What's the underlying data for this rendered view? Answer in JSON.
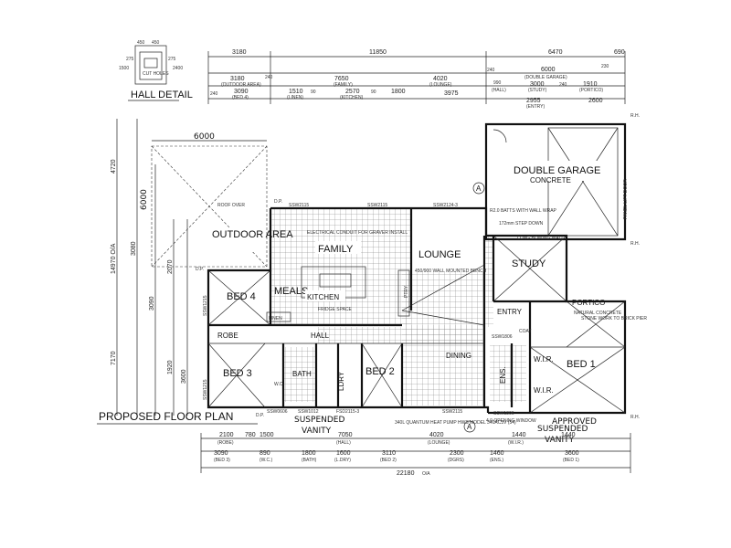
{
  "title": "PROPOSED FLOOR PLAN",
  "hall_detail": {
    "label": "HALL DETAIL",
    "dims": [
      "450",
      "450",
      "275",
      "275",
      "1500",
      "2400"
    ],
    "cut_note": "CUT HOLES"
  },
  "stamp": "APPROVED",
  "rooms": {
    "double_garage": "DOUBLE GARAGE",
    "garage_note": "CONCRETE",
    "lounge": "LOUNGE",
    "family": "FAMILY",
    "meals": "MEALS",
    "kitchen": "KITCHEN",
    "study": "STUDY",
    "portico": "PORTICO",
    "portico_note": "NATURAL CONCRETE",
    "entry": "ENTRY",
    "outdoor_area": "OUTDOOR AREA",
    "bed1": "BED 1",
    "bed2": "BED 2",
    "bed3": "BED 3",
    "bed4": "BED 4",
    "dining": "DINING",
    "hall": "HALL",
    "linen": "LINEN",
    "robe": "ROBE",
    "bath": "BATH",
    "ldry": "LDRY",
    "wc": "W.C.",
    "ens": "ENS.",
    "wir1": "W.I.R.",
    "wir2": "W.I.R.",
    "ptry": "PTRY",
    "coat": "COAT"
  },
  "handwritten": {
    "suspended_vanity_1": "SUSPENDED VANITY",
    "suspended_vanity_2": "SUSPENDED VANITY",
    "outdoor_dim": "6000",
    "outdoor_side": "6000"
  },
  "top_dims": {
    "row1": [
      "3180",
      "11850",
      "6470",
      "690"
    ],
    "row2_labels": [
      "3180",
      "(OUTDOOR AREA)",
      "240",
      "7650",
      "(FAMILY)",
      "4020",
      "(LOUNGE)",
      "240",
      "6000",
      "(DOUBLE GARAGE)",
      "230"
    ],
    "row3": [
      "240",
      "3090",
      "(BED 4)",
      "1510",
      "(LINEN)",
      "90",
      "2570",
      "(KITCHEN)",
      "90",
      "1800",
      "3975",
      "990",
      "(HALL)",
      "3000",
      "(STUDY)",
      "240",
      "1910",
      "(PORTICO)"
    ],
    "row4": [
      "2955",
      "(ENTRY)",
      "2600"
    ]
  },
  "bottom_dims": {
    "row1": [
      "2100",
      "(ROBE)",
      "780",
      "1500",
      "7050",
      "(HALL)",
      "4020",
      "(LOUNGE)",
      "1440",
      "(W.I.R.)",
      "1440"
    ],
    "row2": [
      "3090",
      "(BED 3)",
      "890",
      "(W.C.)",
      "1800",
      "(BATH)",
      "1600",
      "(L.DRY)",
      "3110",
      "(BED 2)",
      "2300",
      "(DGRS)",
      "1460",
      "(ENS.)",
      "3600",
      "(BED 1)"
    ],
    "row3": [
      "22180",
      "O/A"
    ]
  },
  "left_dims": [
    "4720",
    "14970 O/A",
    "7170",
    "3080",
    "3090",
    "2070",
    "1920",
    "3600"
  ],
  "notes": {
    "electrical": "ELECTRICAL CONDUIT FOR GRAVER INSTALL",
    "fridge": "FRIDGE SPACE",
    "batts": "R2.0 BATTS WITH WALL WRAP",
    "step_down": "172mm STEP DOWN",
    "wall_bench": "450/900 WALL MOUNTED BENCH",
    "roof_over": "ROOF OVER",
    "heat_pump": "340L QUANTUM HEAT PUMP HWS MODEL 340AC3V (54)",
    "window": "4.0 OPENING WINDOW",
    "panel_lift": "PANEL LIFT DOOR",
    "stone_work": "STONE WORK TO BRICK PIER",
    "sliding_wall": "LONG BOWING WALL"
  },
  "window_codes": [
    "SSW2115",
    "SSW2115",
    "SSW2124-3",
    "SSW1215",
    "SSW1215",
    "SSW1012",
    "FSD2115-3",
    "SSW2115",
    "SSW1806",
    "SSW1806",
    "SSW0606"
  ],
  "markers": {
    "section_a_top": "A",
    "section_a_bottom": "A",
    "rh": "R.H.",
    "dp": "D.P."
  },
  "colors": {
    "ink": "#111111",
    "paper": "#ffffff",
    "tile": "#777777"
  }
}
